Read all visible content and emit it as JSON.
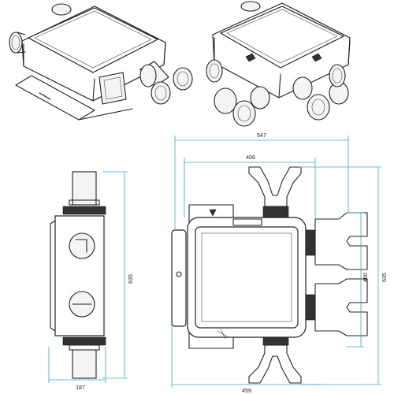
{
  "drawing": {
    "dimensions": {
      "overall_width": "547",
      "inner_width": "406",
      "side_height_left": "635",
      "top_height_inner": "460",
      "top_height_outer": "635",
      "side_depth": "187",
      "body_width": "459"
    },
    "colors": {
      "dimension_line": "#3aa6d0",
      "outline": "#222222",
      "background": "#ffffff"
    }
  }
}
